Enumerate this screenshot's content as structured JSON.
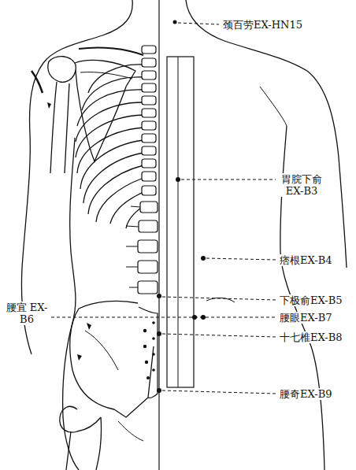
{
  "diagram": {
    "labels": [
      "颈百劳EX-HN15",
      "胃脘下俞 EX-B3",
      "痞根EX-B4",
      "下极俞EX-B5",
      "腰宜 EX-B6",
      "腰眼EX-B7",
      "十七椎EX-B8",
      "腰奇EX-B9"
    ]
  }
}
